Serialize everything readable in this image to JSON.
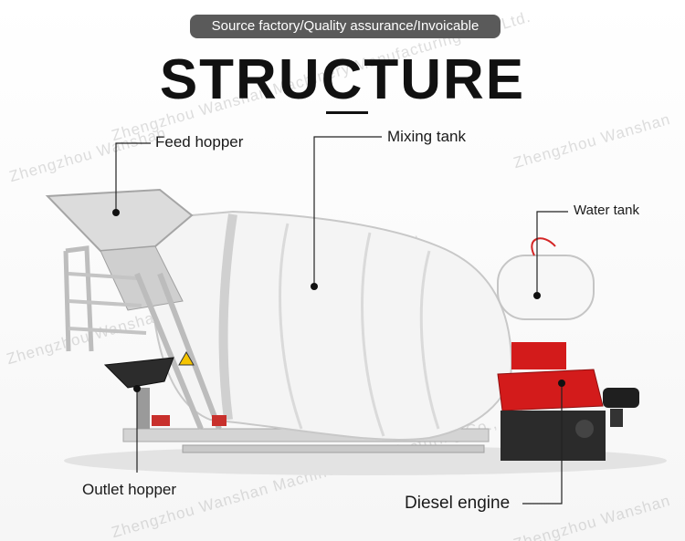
{
  "banner": {
    "text": "Source factory/Quality assurance/Invoicable"
  },
  "title": "STRUCTURE",
  "labels": {
    "feed_hopper": "Feed hopper",
    "mixing_tank": "Mixing tank",
    "water_tank": "Water tank",
    "outlet_hopper": "Outlet hopper",
    "diesel_engine": "Diesel engine"
  },
  "watermarks": {
    "short": "Zhengzhou Wanshan",
    "long": "Zhengzhou Wanshan Machinery Manufacturing Co., Ltd."
  },
  "colors": {
    "tank": "#f4f4f4",
    "frame": "#cfcfcf",
    "engine_red": "#d31b1b",
    "engine_dark": "#2b2b2b",
    "banner_bg": "#5a5a5a"
  },
  "icons": [
    "warning-sign-icon"
  ]
}
